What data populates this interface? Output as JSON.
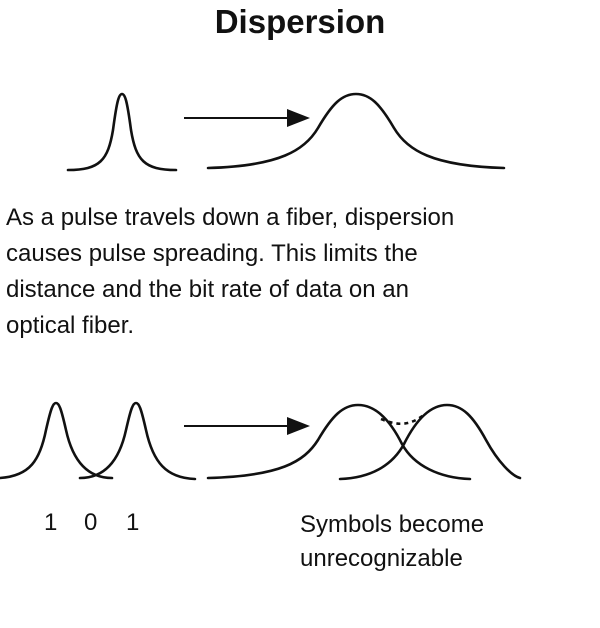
{
  "title": "Dispersion",
  "description_lines": [
    "As a pulse travels down a fiber, dispersion",
    "causes pulse spreading. This limits the",
    "distance and the bit rate of data on an",
    "optical fiber."
  ],
  "bits": [
    "1",
    "0",
    "1"
  ],
  "caption_lines": [
    "Symbols become",
    "unrecognizable"
  ]
}
